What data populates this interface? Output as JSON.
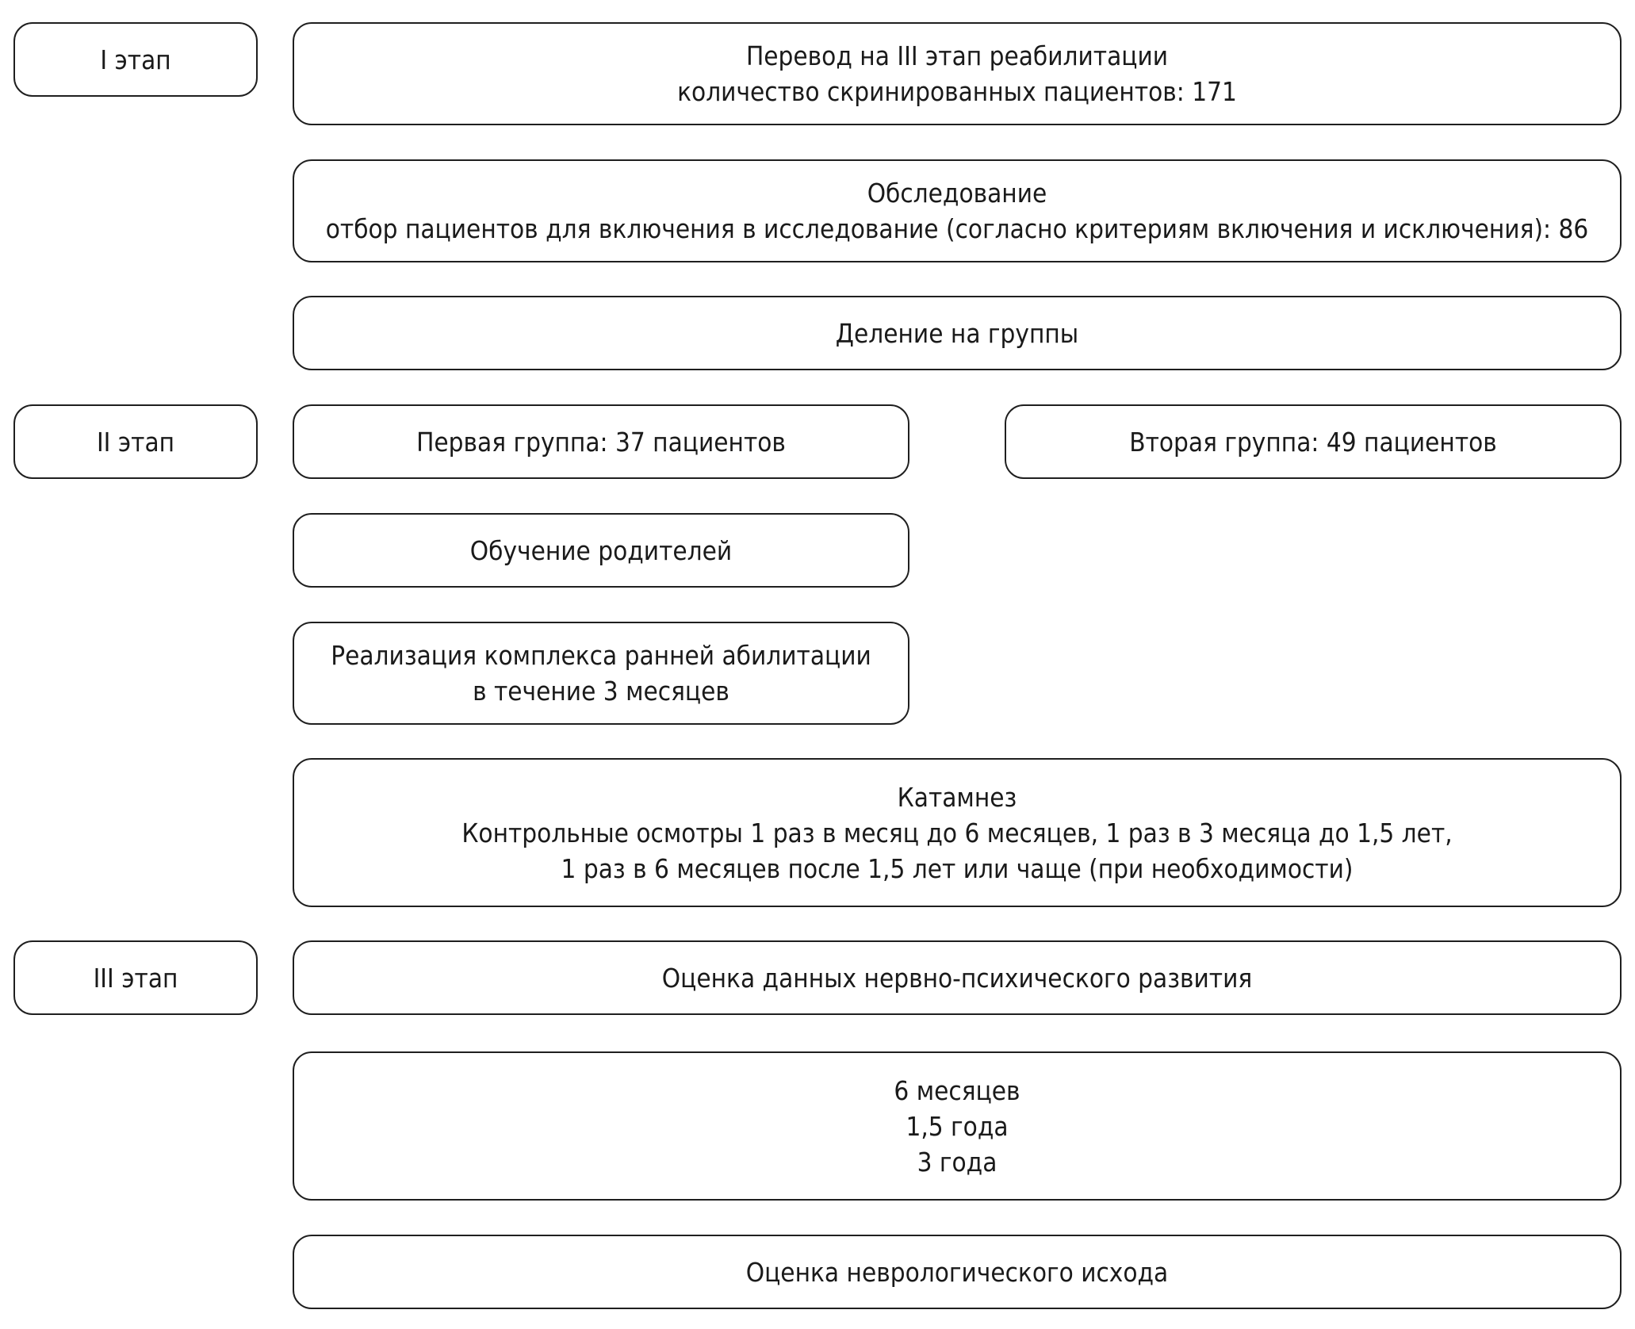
{
  "stages": {
    "stage1": "I этап",
    "stage2": "II этап",
    "stage3": "III этап"
  },
  "boxes": {
    "transfer": {
      "title": "Перевод на III этап реабилитации",
      "detail": "количество скринированных пациентов: 171"
    },
    "examination": {
      "title": "Обследование",
      "detail": "отбор пациентов для включения в исследование (согласно критериям включения и исключения): 86"
    },
    "division": {
      "title": "Деление на группы"
    },
    "group1": {
      "title": "Первая группа: 37 пациентов"
    },
    "group2": {
      "title": "Вторая группа: 49 пациентов"
    },
    "parent_training": {
      "title": "Обучение родителей"
    },
    "habilitation": {
      "line1": "Реализация комплекса ранней абилитации",
      "line2": "в течение 3 месяцев"
    },
    "catamnesis": {
      "title": "Катамнез",
      "line1": "Контрольные осмотры 1 раз в месяц до 6 месяцев, 1 раз в 3 месяца до 1,5 лет,",
      "line2": "1 раз в 6 месяцев после 1,5 лет или чаще (при необходимости)"
    },
    "assessment": {
      "title": "Оценка данных нервно-психического развития"
    },
    "timepoints": {
      "items": [
        "6 месяцев",
        "1,5 года",
        "3 года"
      ]
    },
    "outcome": {
      "title": "Оценка неврологического исхода"
    }
  }
}
